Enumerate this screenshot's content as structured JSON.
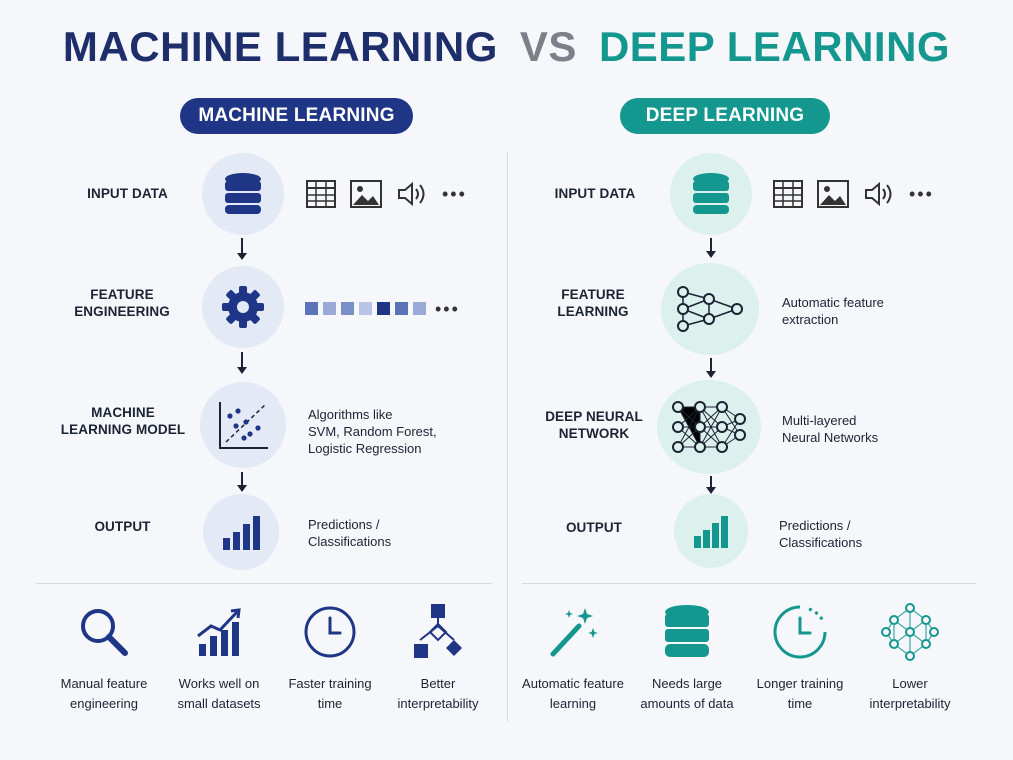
{
  "title": {
    "left": "MACHINE LEARNING",
    "vs": "VS",
    "right": "DEEP LEARNING"
  },
  "ml": {
    "header": "MACHINE LEARNING",
    "stages": [
      {
        "label_line1": "INPUT DATA",
        "label_line2": ""
      },
      {
        "label_line1": "FEATURE",
        "label_line2": "ENGINEERING"
      },
      {
        "label_line1": "MACHINE",
        "label_line2": "LEARNING MODEL"
      },
      {
        "label_line1": "OUTPUT",
        "label_line2": ""
      }
    ],
    "model_desc": {
      "line1": "Algorithms like",
      "line2": "SVM, Random Forest,",
      "line3": "Logistic Regression"
    },
    "output_desc": {
      "line1": "Predictions /",
      "line2": "Classifications"
    },
    "bottom": [
      {
        "icon": "magnifier-icon",
        "line1": "Manual feature",
        "line2": "engineering"
      },
      {
        "icon": "growth-chart-icon",
        "line1": "Works well on",
        "line2": "small datasets"
      },
      {
        "icon": "clock-icon",
        "line1": "Faster training",
        "line2": "time"
      },
      {
        "icon": "decision-tree-icon",
        "line1": "Better",
        "line2": "interpretability"
      }
    ]
  },
  "dl": {
    "header": "DEEP LEARNING",
    "stages": [
      {
        "label_line1": "INPUT DATA",
        "label_line2": ""
      },
      {
        "label_line1": "FEATURE",
        "label_line2": "LEARNING"
      },
      {
        "label_line1": "DEEP NEURAL",
        "label_line2": "NETWORK"
      },
      {
        "label_line1": "OUTPUT",
        "label_line2": ""
      }
    ],
    "feature_desc": {
      "line1": "Automatic feature",
      "line2": "extraction"
    },
    "network_desc": {
      "line1": "Multi-layered",
      "line2": "Neural Networks"
    },
    "output_desc": {
      "line1": "Predictions /",
      "line2": "Classifications"
    },
    "bottom": [
      {
        "icon": "magic-wand-icon",
        "line1": "Automatic feature",
        "line2": "learning"
      },
      {
        "icon": "database-icon",
        "line1": "Needs large",
        "line2": "amounts of data"
      },
      {
        "icon": "clock-icon",
        "line1": "Longer training",
        "line2": "time"
      },
      {
        "icon": "neural-network-icon",
        "line1": "Lower",
        "line2": "interpretability"
      }
    ]
  },
  "colors": {
    "navy": "#1f3585",
    "teal": "#13978f",
    "grey": "#7c8089"
  },
  "data_types": [
    "table-icon",
    "image-icon",
    "audio-icon",
    "more-icon"
  ]
}
